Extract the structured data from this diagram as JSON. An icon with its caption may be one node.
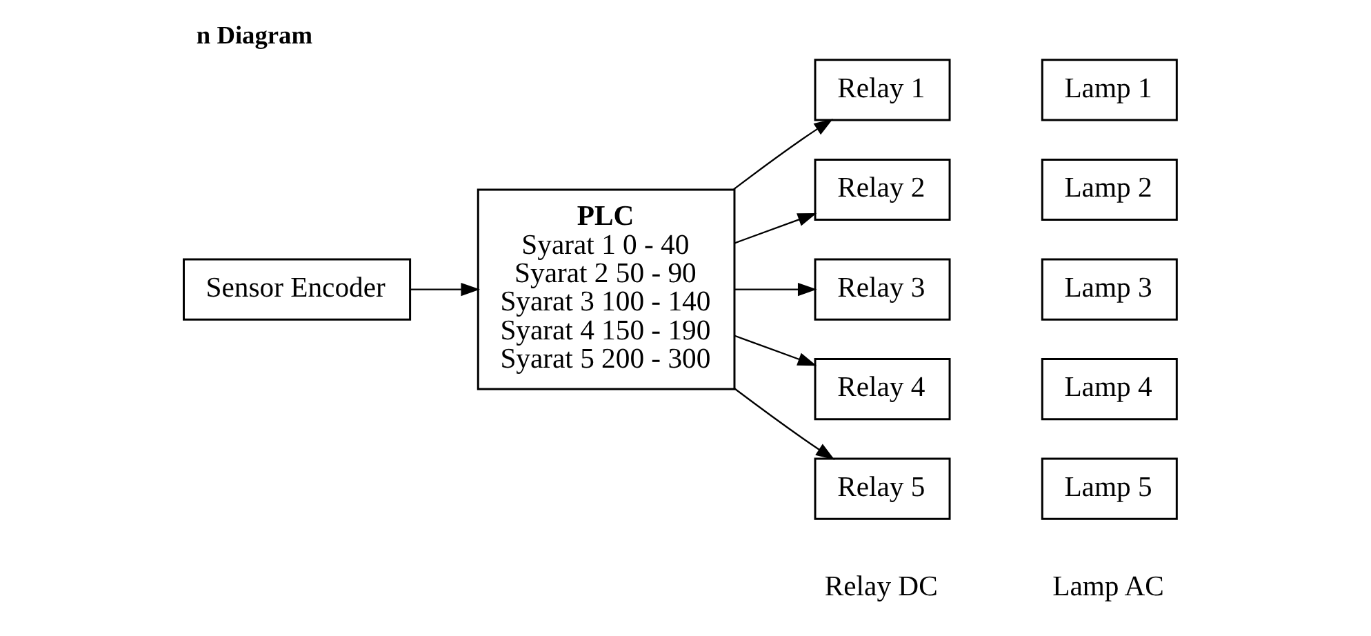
{
  "diagram": {
    "title": "n Diagram",
    "nodes": [
      {
        "text": [
          "Sensor Encoder"
        ]
      },
      {
        "text": [
          "PLC",
          "Syarat 1 0 - 40",
          "Syarat 2 50 - 90",
          "Syarat 3 100 - 140",
          "Syarat 4 150 - 190",
          "Syarat 5 200 - 300"
        ]
      },
      {
        "text": [
          "Relay 1"
        ]
      },
      {
        "text": [
          "Relay 2"
        ]
      },
      {
        "text": [
          "Relay 3"
        ]
      },
      {
        "text": [
          "Relay 4"
        ]
      },
      {
        "text": [
          "Relay 5"
        ]
      },
      {
        "text": [
          "Lamp 1"
        ]
      },
      {
        "text": [
          "Lamp 2"
        ]
      },
      {
        "text": [
          "Lamp 3"
        ]
      },
      {
        "text": [
          "Lamp 4"
        ]
      },
      {
        "text": [
          "Lamp 5"
        ]
      }
    ],
    "edges": [
      {
        "from": 0,
        "to": 1,
        "arrow": "to"
      },
      {
        "from": 1,
        "to": 2,
        "arrow": "to"
      },
      {
        "from": 1,
        "to": 3,
        "arrow": "to"
      },
      {
        "from": 1,
        "to": 4,
        "arrow": "to"
      },
      {
        "from": 1,
        "to": 5,
        "arrow": "to"
      },
      {
        "from": 1,
        "to": 6,
        "arrow": "to"
      }
    ],
    "labels": [
      "Relay DC",
      "Lamp AC"
    ]
  }
}
